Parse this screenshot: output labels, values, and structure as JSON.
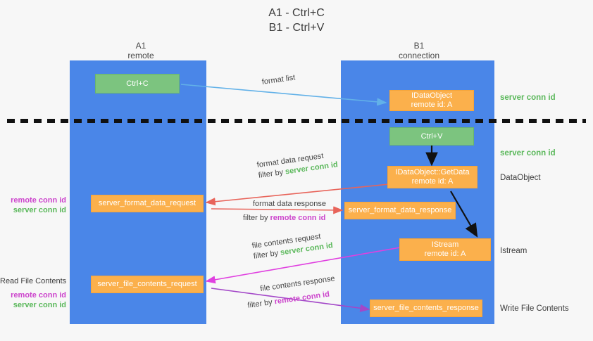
{
  "title": {
    "line1": "A1 - Ctrl+C",
    "line2": "B1 - Ctrl+V"
  },
  "columns": [
    {
      "name": "A1",
      "sub": "remote"
    },
    {
      "name": "B1",
      "sub": "connection"
    }
  ],
  "colors": {
    "lane": "#4a86e8",
    "green_box": "#7cc47f",
    "orange_box": "#fbb04c",
    "server_conn_id": "#5bb85b",
    "remote_conn_id": "#cc44cc",
    "blue_arrow": "#62b1e8",
    "red_arrow": "#e8645a",
    "magenta_arrow": "#e040e0",
    "purple_arrow": "#a347c8",
    "black_arrow": "#000000",
    "background": "#f7f7f7"
  },
  "boxes": {
    "ctrl_c": {
      "line1": "Ctrl+C",
      "line2": ""
    },
    "idataobject_set": {
      "line1": "IDataObject",
      "line2": "remote id: A"
    },
    "ctrl_v": {
      "line1": "Ctrl+V",
      "line2": ""
    },
    "idataobject_getdata": {
      "line1": "IDataObject::GetData",
      "line2": "remote id: A"
    },
    "istream": {
      "line1": "IStream",
      "line2": "remote id: A"
    },
    "server_format_data_request": {
      "line1": "server_format_data_request",
      "line2": ""
    },
    "server_format_data_response": {
      "line1": "server_format_data_response",
      "line2": ""
    },
    "server_file_contents_request": {
      "line1": "server_file_contents_request",
      "line2": ""
    },
    "server_file_contents_response": {
      "line1": "server_file_contents_response",
      "line2": ""
    }
  },
  "edge_labels": {
    "format_list": "format list",
    "format_data_request": "format data request",
    "format_data_request_filter_prefix": "filter by ",
    "format_data_request_filter_value": "server conn id",
    "format_data_response": "format data response",
    "format_data_response_filter_prefix": "filter by ",
    "format_data_response_filter_value": "remote conn id",
    "file_contents_request": "file contents request",
    "file_contents_request_filter_prefix": "filter by ",
    "file_contents_request_filter_value": "server conn id",
    "file_contents_response": "file contents response",
    "file_contents_response_filter_prefix": "filter by ",
    "file_contents_response_filter_value": "remote conn id"
  },
  "left_labels": {
    "mid_remote": "remote conn id",
    "mid_server": "server conn id",
    "read_file_contents": "Read File Contents",
    "low_remote": "remote conn id",
    "low_server": "server conn id"
  },
  "right_labels": {
    "server_conn_id_top": "server conn id",
    "server_conn_id_second": "server conn id",
    "dataobject": "DataObject",
    "istream": "Istream",
    "write_file_contents": "Write File Contents"
  }
}
